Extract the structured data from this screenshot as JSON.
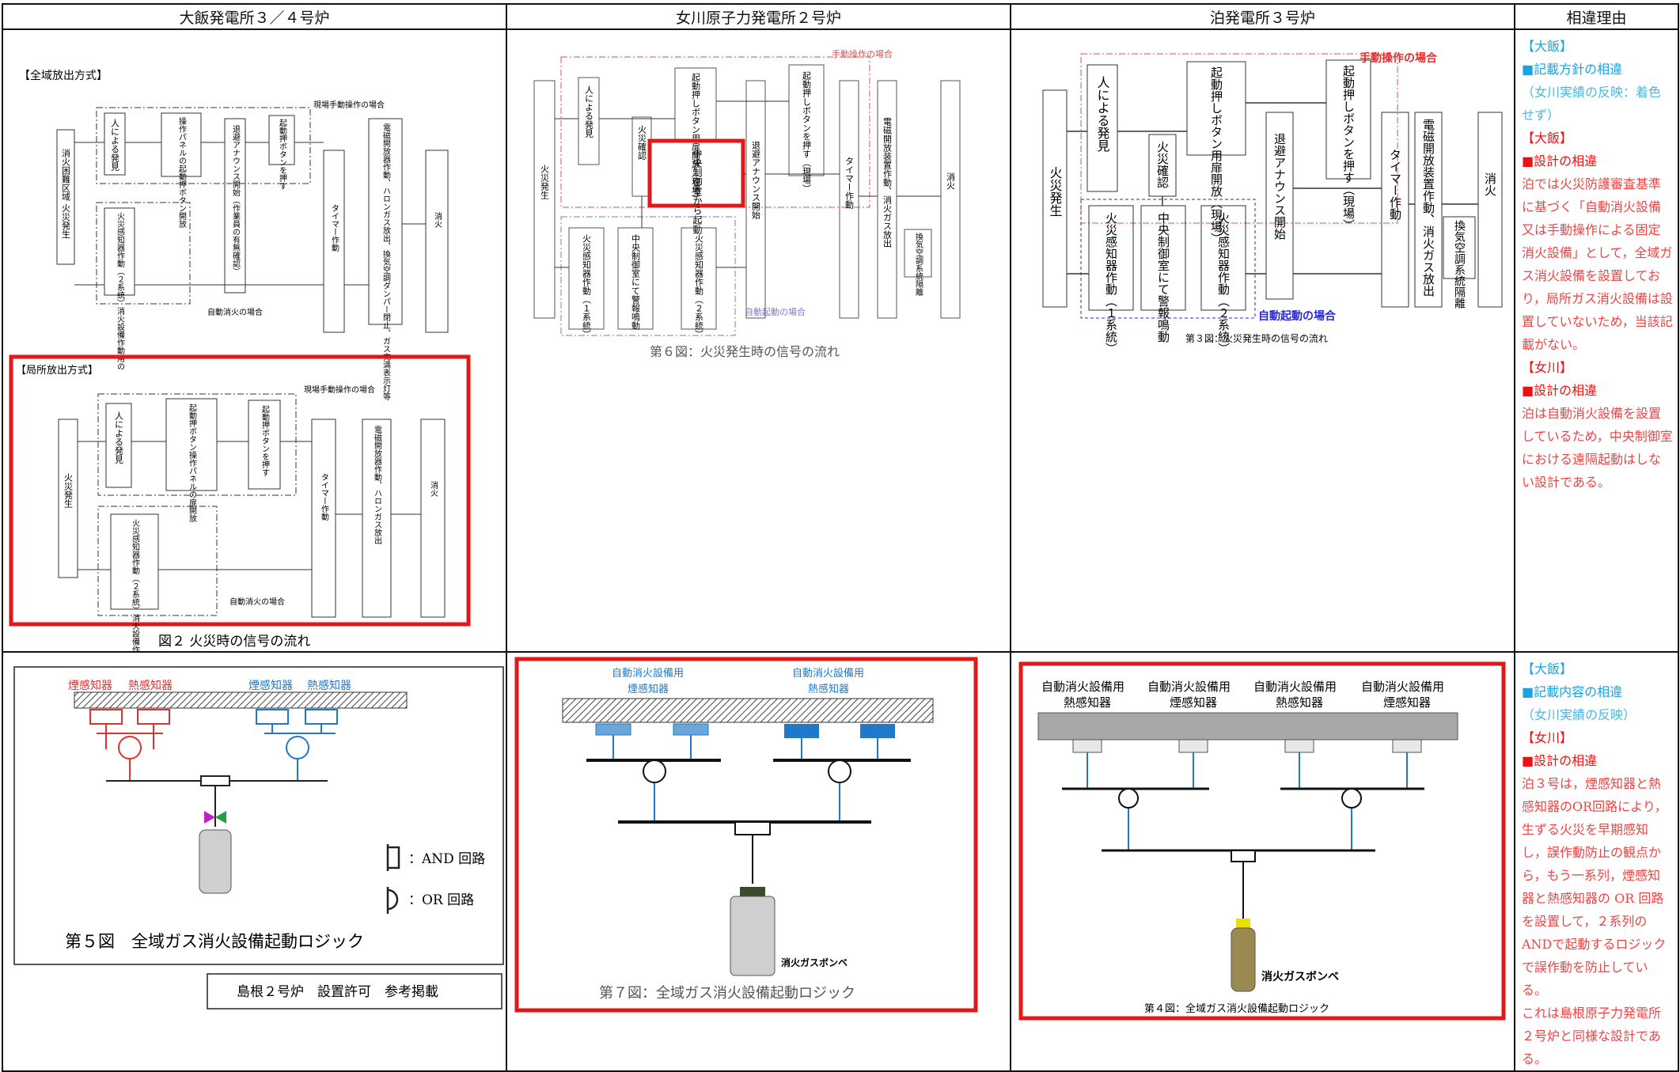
{
  "header": {
    "col1": "大飯発電所３／４号炉",
    "col2": "女川原子力発電所２号炉",
    "col3": "泊発電所３号炉",
    "col4": "相違理由"
  },
  "ohi_flow": {
    "section_all": "【全域放出方式】",
    "section_local": "【局所放出方式】",
    "manual_label": "現場手動操作の場合",
    "auto_label": "自動消火の場合",
    "start_all": "消火困難区域 火災発生",
    "start_local": "火災発生",
    "box_human": "人による発見",
    "box_panel_all": "操作パネルの起動押ボタン開放",
    "box_panel_local": "起動押ボタン操作パネルの扉開放",
    "box_push_all": "起動押ボタンを押す",
    "box_push_local": "起動押ボタンを押す",
    "box_detect_all": "火災感知器作動（２系統）消火設備作動用の",
    "box_detect_local": "火災感知器作動（２系統）消火設備作動用の",
    "box_announce": "退避アナウンス開始（作業員の有無確認）",
    "box_timer": "タイマー作動",
    "box_valve_all": "電磁開放器作動、ハロンガス放出、換気空調ダンパー閉止、ガス充満表示灯等",
    "box_valve_local": "電磁開放器作動、ハロンガス放出",
    "box_extinguish": "消火",
    "caption": "図２ 火災時の信号の流れ"
  },
  "onagawa_flow": {
    "manual_label": "手動操作の場合",
    "auto_label": "自動起動の場合",
    "start": "火災発生",
    "box_human": "人による発見",
    "box_confirm": "火災確認",
    "box_door": "起動押しボタン用扉開放（現場）",
    "box_push": "起動押しボタンを押す（現場）",
    "box_central": "中央制御室から起動",
    "box_det1": "火災感知器作動（１系統）",
    "box_alarm": "中央制御室にて警報鳴動",
    "box_det2": "火災感知器作動（２系統）",
    "box_announce": "退避アナウンス開始",
    "box_timer": "タイマー作動",
    "box_valve": "電磁開放装置作動、消火ガス放出",
    "box_vent": "換気空調系統隔離",
    "box_extinguish": "消火",
    "caption": "第６図：火災発生時の信号の流れ"
  },
  "tomari_flow": {
    "manual_label": "手動操作の場合",
    "auto_label": "自動起動の場合",
    "start": "火災発生",
    "box_human": "人による発見",
    "box_door": "起動押しボタン用扉開放（現場）",
    "box_push": "起動押しボタンを押す（現場）",
    "box_confirm": "火災確認",
    "box_det1": "火災感知器作動（１系統）",
    "box_alarm": "中央制御室にて警報鳴動",
    "box_det2": "火災感知器作動（２系統）",
    "box_announce": "退避アナウンス開始",
    "box_timer": "タイマー作動",
    "box_valve": "電磁開放装置作動、消火ガス放出",
    "box_vent": "換気空調系統隔離",
    "box_extinguish": "消火",
    "caption": "第３図：火災発生時の信号の流れ"
  },
  "ohi_logic": {
    "label_smoke_red": "煙感知器",
    "label_heat_red": "熱感知器",
    "label_smoke_blue": "煙感知器",
    "label_heat_blue": "熱感知器",
    "legend_and": "：AND 回路",
    "legend_or": "：OR 回路",
    "caption": "第５図　全域ガス消火設備起動ロジック",
    "note": "島根２号炉　設置許可　参考掲載"
  },
  "onagawa_logic": {
    "label_smoke_top": "自動消火設備用",
    "label_smoke": "煙感知器",
    "label_heat_top": "自動消火設備用",
    "label_heat": "熱感知器",
    "cylinder": "消火ガスボンベ",
    "caption": "第７図：全域ガス消火設備起動ロジック"
  },
  "tomari_logic": {
    "labels_top": [
      "自動消火設備用",
      "自動消火設備用",
      "自動消火設備用",
      "自動消火設備用"
    ],
    "labels_bottom": [
      "熱感知器",
      "煙感知器",
      "熱感知器",
      "煙感知器"
    ],
    "cylinder": "消火ガスボンベ",
    "caption": "第４図：全域ガス消火設備起動ロジック"
  },
  "reasons_top": [
    {
      "text": "【大飯】",
      "color": "blue"
    },
    {
      "text": "■記載方針の相違",
      "color": "blue"
    },
    {
      "text": "（女川実績の反映：着色せず）",
      "color": "teal"
    },
    {
      "text": "【大飯】",
      "color": "red"
    },
    {
      "text": "■設計の相違",
      "color": "red"
    },
    {
      "text": "泊では火災防護審査基準に基づく「自動消火設備又は手動操作による固定消火設備」として，全域ガス消火設備を設置しており，局所ガス消火設備は設置していないため，当該記載がない。",
      "color": "pink"
    },
    {
      "text": "【女川】",
      "color": "red"
    },
    {
      "text": "■設計の相違",
      "color": "red"
    },
    {
      "text": "泊は自動消火設備を設置しているため，中央制御室における遠隔起動はしない設計である。",
      "color": "pink"
    }
  ],
  "reasons_bottom": [
    {
      "text": "【大飯】",
      "color": "blue"
    },
    {
      "text": "■記載内容の相違",
      "color": "blue"
    },
    {
      "text": "（女川実績の反映）",
      "color": "teal"
    },
    {
      "text": "【女川】",
      "color": "red"
    },
    {
      "text": "■設計の相違",
      "color": "red"
    },
    {
      "text": "泊３号は，煙感知器と熱感知器のOR回路により，生ずる火災を早期感知し，誤作動防止の観点から，もう一系列，煙感知器と熱感知器の OR 回路を設置して，２系列のANDで起動するロジックで誤作動を防止している。",
      "color": "pink"
    },
    {
      "text": "これは島根原子力発電所２号炉と同様な設計である。",
      "color": "pink"
    }
  ],
  "colors": {
    "highlight_red": "#e01818",
    "manual_line": "#e05050",
    "auto_line": "#8a6fd6",
    "auto_line_tomari": "#2a2ad6",
    "detector_blue": "#1f78c8",
    "red_detector": "#e03030",
    "valve_magenta": "#c020c0",
    "valve_green": "#20a040"
  }
}
